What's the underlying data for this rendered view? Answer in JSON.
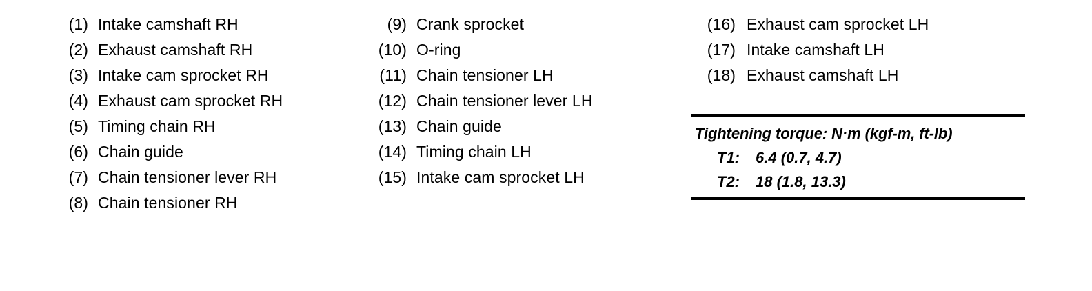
{
  "document": {
    "type": "parts-legend",
    "background_color": "#ffffff",
    "text_color": "#000000"
  },
  "legend": {
    "columns": [
      {
        "id": "column-1",
        "items": [
          {
            "number": "(1)",
            "label": "Intake camshaft RH"
          },
          {
            "number": "(2)",
            "label": "Exhaust camshaft RH"
          },
          {
            "number": "(3)",
            "label": "Intake cam sprocket RH"
          },
          {
            "number": "(4)",
            "label": "Exhaust cam sprocket RH"
          },
          {
            "number": "(5)",
            "label": "Timing chain RH"
          },
          {
            "number": "(6)",
            "label": "Chain guide"
          },
          {
            "number": "(7)",
            "label": "Chain tensioner lever RH"
          },
          {
            "number": "(8)",
            "label": "Chain tensioner RH"
          }
        ]
      },
      {
        "id": "column-2",
        "items": [
          {
            "number": "(9)",
            "label": "Crank sprocket"
          },
          {
            "number": "(10)",
            "label": "O-ring"
          },
          {
            "number": "(11)",
            "label": "Chain tensioner LH"
          },
          {
            "number": "(12)",
            "label": "Chain tensioner lever LH"
          },
          {
            "number": "(13)",
            "label": "Chain guide"
          },
          {
            "number": "(14)",
            "label": "Timing chain LH"
          },
          {
            "number": "(15)",
            "label": "Intake cam sprocket LH"
          }
        ]
      },
      {
        "id": "column-3",
        "items": [
          {
            "number": "(16)",
            "label": "Exhaust cam sprocket LH"
          },
          {
            "number": "(17)",
            "label": "Intake camshaft LH"
          },
          {
            "number": "(18)",
            "label": "Exhaust camshaft LH"
          }
        ]
      }
    ]
  },
  "torque_table": {
    "title": "Tightening torque: N·m (kgf-m, ft-lb)",
    "rows": [
      {
        "key": "T1:",
        "value": "6.4 (0.7, 4.7)"
      },
      {
        "key": "T2:",
        "value": "18 (1.8, 13.3)"
      }
    ]
  }
}
